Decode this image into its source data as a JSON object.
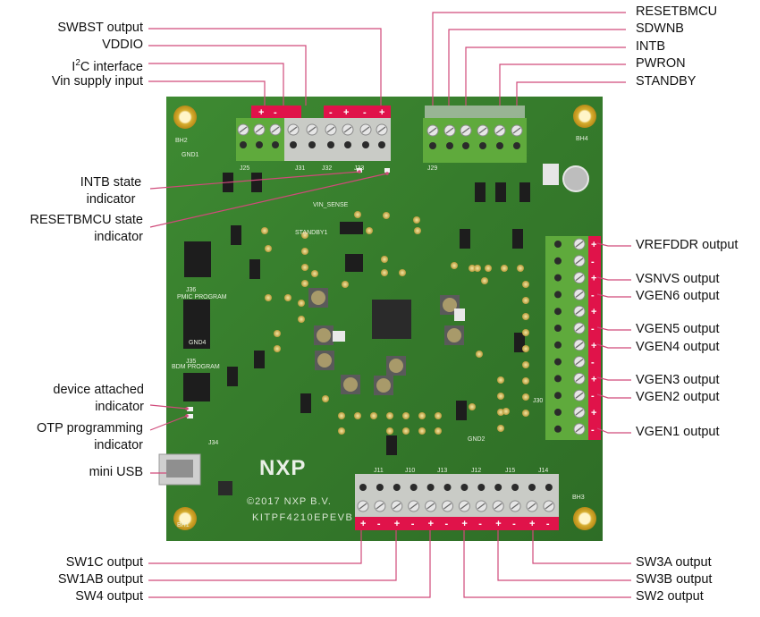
{
  "callouts_left": [
    {
      "id": "swbst",
      "text": "SWBST output"
    },
    {
      "id": "vddio",
      "text": "VDDIO"
    },
    {
      "id": "i2c",
      "text_main": "I",
      "text_sup": "2",
      "text_rest": "C interface"
    },
    {
      "id": "vin",
      "text": "Vin supply input"
    },
    {
      "id": "intb_state",
      "text": "INTB state indicator"
    },
    {
      "id": "resetbmcu_state",
      "text": "RESETBMCU state indicator"
    },
    {
      "id": "device_attached",
      "text": "device attached indicator"
    },
    {
      "id": "otp_prog",
      "text": "OTP programming indicator"
    },
    {
      "id": "mini_usb",
      "text": "mini USB"
    }
  ],
  "callouts_top_right": [
    {
      "id": "resetbmcu",
      "text": "RESETBMCU"
    },
    {
      "id": "sdwnb",
      "text": "SDWNB"
    },
    {
      "id": "intb",
      "text": "INTB"
    },
    {
      "id": "pwron",
      "text": "PWRON"
    },
    {
      "id": "standby",
      "text": "STANDBY"
    }
  ],
  "callouts_right": [
    {
      "id": "vrefddr",
      "text": "VREFDDR output"
    },
    {
      "id": "vsnvs",
      "text": "VSNVS output"
    },
    {
      "id": "vgen6",
      "text": "VGEN6 output"
    },
    {
      "id": "vgen5",
      "text": "VGEN5 output"
    },
    {
      "id": "vgen4",
      "text": "VGEN4 output"
    },
    {
      "id": "vgen3",
      "text": "VGEN3 output"
    },
    {
      "id": "vgen2",
      "text": "VGEN2 output"
    },
    {
      "id": "vgen1",
      "text": "VGEN1 output"
    }
  ],
  "callouts_bottom": [
    {
      "id": "sw1c",
      "text": "SW1C output"
    },
    {
      "id": "sw1ab",
      "text": "SW1AB output"
    },
    {
      "id": "sw4",
      "text": "SW4 output"
    },
    {
      "id": "sw3a",
      "text": "SW3A output"
    },
    {
      "id": "sw3b",
      "text": "SW3B output"
    },
    {
      "id": "sw2",
      "text": "SW2 output"
    }
  ],
  "board": {
    "logo": "NXP",
    "copyright": "©2017 NXP B.V.",
    "part_number": "KITPF4210EPEVB",
    "silkscreen": {
      "bh1": "BH1",
      "bh2": "BH2",
      "bh3": "BH3",
      "bh4": "BH4",
      "gnd1": "GND1",
      "gnd2": "GND2",
      "gnd4": "GND4",
      "pmic_program": "PMIC PROGRAM",
      "bdm_program": "BDM PROGRAM",
      "standby1": "STANDBY1",
      "vin_sense": "VIN_SENSE",
      "j25": "J25",
      "j31": "J31",
      "j32": "J32",
      "j33": "J33",
      "j34": "J34",
      "j35": "J35",
      "j36": "J36",
      "j29": "J29",
      "j30": "J30",
      "j11": "J11",
      "j10": "J10",
      "j13": "J13",
      "j12": "J12",
      "j15": "J15",
      "j14": "J14"
    }
  },
  "colors": {
    "pcb": "#3a7d2e",
    "callout_line": "#d04a7a",
    "terminal_red": "#e0134a",
    "terminal_green": "#5faa3c",
    "terminal_gray": "#c9cbc6"
  }
}
